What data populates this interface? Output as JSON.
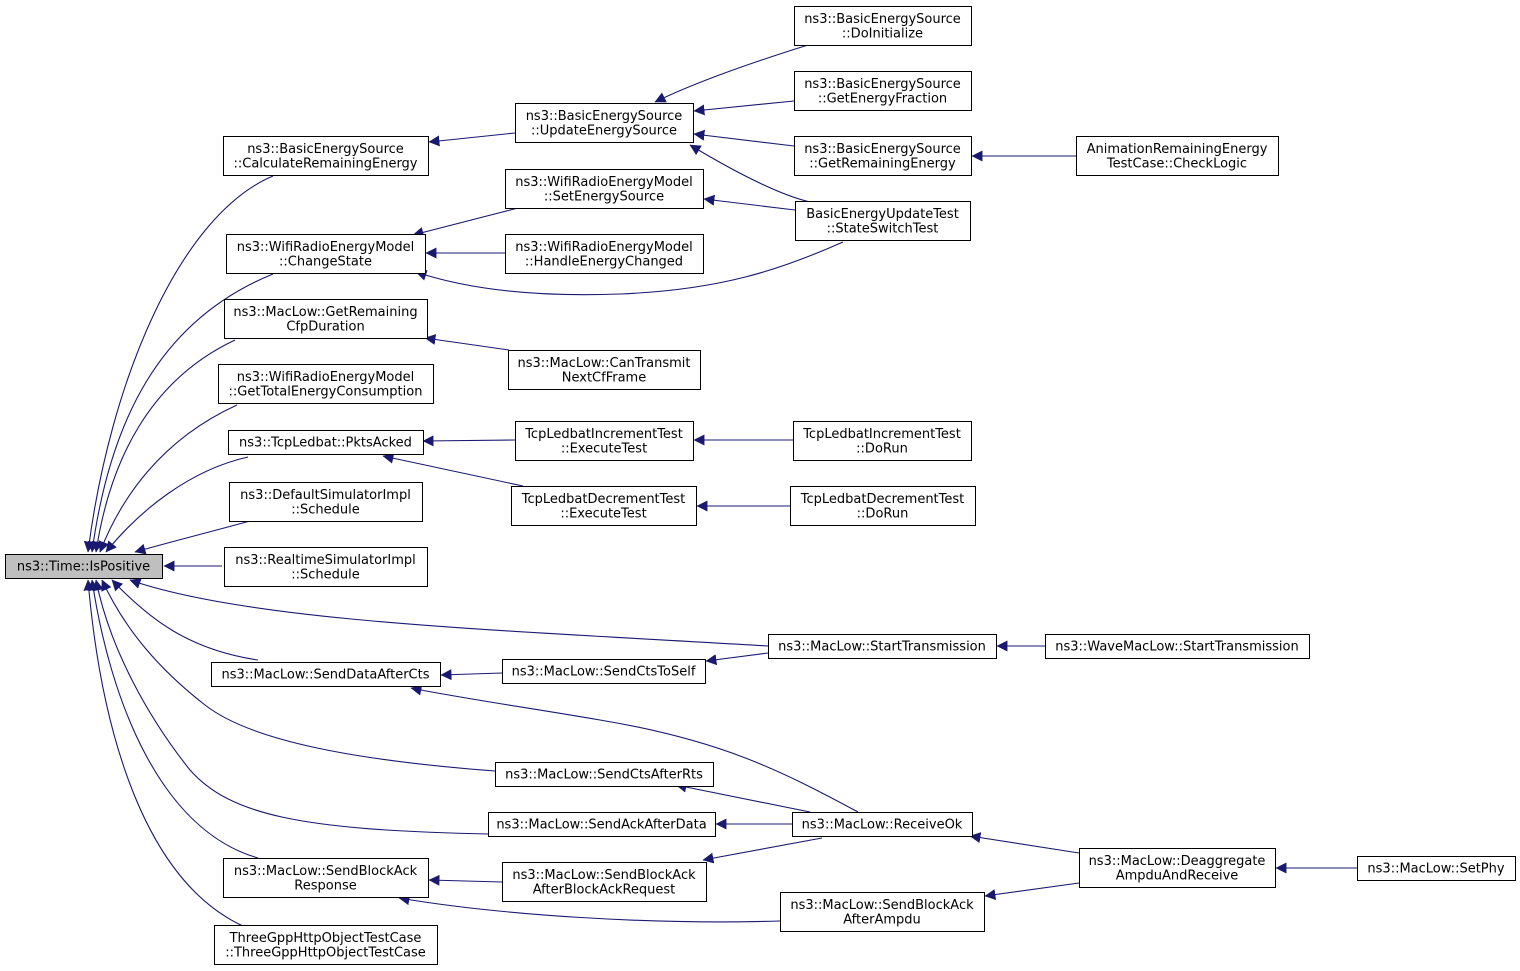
{
  "nodes": [
    {
      "id": "n0",
      "lines": [
        "ns3::Time::IsPositive"
      ],
      "root": true
    },
    {
      "id": "n1",
      "lines": [
        "ns3::BasicEnergySource",
        "::CalculateRemainingEnergy"
      ]
    },
    {
      "id": "n2",
      "lines": [
        "ns3::WifiRadioEnergyModel",
        "::ChangeState"
      ]
    },
    {
      "id": "n3",
      "lines": [
        "ns3::MacLow::GetRemaining",
        "CfpDuration"
      ]
    },
    {
      "id": "n4",
      "lines": [
        "ns3::WifiRadioEnergyModel",
        "::GetTotalEnergyConsumption"
      ]
    },
    {
      "id": "n5",
      "lines": [
        "ns3::TcpLedbat::PktsAcked"
      ]
    },
    {
      "id": "n6",
      "lines": [
        "ns3::DefaultSimulatorImpl",
        "::Schedule"
      ]
    },
    {
      "id": "n7",
      "lines": [
        "ns3::RealtimeSimulatorImpl",
        "::Schedule"
      ]
    },
    {
      "id": "n8",
      "lines": [
        "ns3::MacLow::SendDataAfterCts"
      ]
    },
    {
      "id": "n9",
      "lines": [
        "ns3::MacLow::SendBlockAck",
        "Response"
      ]
    },
    {
      "id": "n10",
      "lines": [
        "ThreeGppHttpObjectTestCase",
        "::ThreeGppHttpObjectTestCase"
      ]
    },
    {
      "id": "n11",
      "lines": [
        "ns3::BasicEnergySource",
        "::UpdateEnergySource"
      ]
    },
    {
      "id": "n12",
      "lines": [
        "ns3::WifiRadioEnergyModel",
        "::SetEnergySource"
      ]
    },
    {
      "id": "n13",
      "lines": [
        "ns3::WifiRadioEnergyModel",
        "::HandleEnergyChanged"
      ]
    },
    {
      "id": "n14",
      "lines": [
        "ns3::MacLow::CanTransmit",
        "NextCfFrame"
      ]
    },
    {
      "id": "n15",
      "lines": [
        "TcpLedbatIncrementTest",
        "::ExecuteTest"
      ]
    },
    {
      "id": "n16",
      "lines": [
        "TcpLedbatDecrementTest",
        "::ExecuteTest"
      ]
    },
    {
      "id": "n17",
      "lines": [
        "ns3::MacLow::SendCtsToSelf"
      ]
    },
    {
      "id": "n18",
      "lines": [
        "ns3::MacLow::SendCtsAfterRts"
      ]
    },
    {
      "id": "n19",
      "lines": [
        "ns3::MacLow::SendAckAfterData"
      ]
    },
    {
      "id": "n20",
      "lines": [
        "ns3::MacLow::SendBlockAck",
        "AfterBlockAckRequest"
      ]
    },
    {
      "id": "n21",
      "lines": [
        "ns3::BasicEnergySource",
        "::DoInitialize"
      ]
    },
    {
      "id": "n22",
      "lines": [
        "ns3::BasicEnergySource",
        "::GetEnergyFraction"
      ]
    },
    {
      "id": "n23",
      "lines": [
        "ns3::BasicEnergySource",
        "::GetRemainingEnergy"
      ]
    },
    {
      "id": "n24",
      "lines": [
        "BasicEnergyUpdateTest",
        "::StateSwitchTest"
      ]
    },
    {
      "id": "n25",
      "lines": [
        "TcpLedbatIncrementTest",
        "::DoRun"
      ]
    },
    {
      "id": "n26",
      "lines": [
        "TcpLedbatDecrementTest",
        "::DoRun"
      ]
    },
    {
      "id": "n27",
      "lines": [
        "ns3::MacLow::StartTransmission"
      ]
    },
    {
      "id": "n28",
      "lines": [
        "ns3::MacLow::ReceiveOk"
      ]
    },
    {
      "id": "n29",
      "lines": [
        "ns3::MacLow::SendBlockAck",
        "AfterAmpdu"
      ]
    },
    {
      "id": "n30",
      "lines": [
        "AnimationRemainingEnergy",
        "TestCase::CheckLogic"
      ]
    },
    {
      "id": "n31",
      "lines": [
        "ns3::WaveMacLow::StartTransmission"
      ]
    },
    {
      "id": "n32",
      "lines": [
        "ns3::MacLow::Deaggregate",
        "AmpduAndReceive"
      ]
    },
    {
      "id": "n33",
      "lines": [
        "ns3::MacLow::SetPhy"
      ]
    }
  ],
  "edges": [
    {
      "from": "n1",
      "to": "n0"
    },
    {
      "from": "n2",
      "to": "n0"
    },
    {
      "from": "n3",
      "to": "n0"
    },
    {
      "from": "n4",
      "to": "n0"
    },
    {
      "from": "n5",
      "to": "n0"
    },
    {
      "from": "n6",
      "to": "n0"
    },
    {
      "from": "n7",
      "to": "n0"
    },
    {
      "from": "n27",
      "to": "n0"
    },
    {
      "from": "n8",
      "to": "n0"
    },
    {
      "from": "n18",
      "to": "n0"
    },
    {
      "from": "n19",
      "to": "n0"
    },
    {
      "from": "n9",
      "to": "n0"
    },
    {
      "from": "n10",
      "to": "n0"
    },
    {
      "from": "n11",
      "to": "n1"
    },
    {
      "from": "n12",
      "to": "n2"
    },
    {
      "from": "n13",
      "to": "n2"
    },
    {
      "from": "n24",
      "to": "n2"
    },
    {
      "from": "n14",
      "to": "n3"
    },
    {
      "from": "n15",
      "to": "n5"
    },
    {
      "from": "n16",
      "to": "n5"
    },
    {
      "from": "n17",
      "to": "n8"
    },
    {
      "from": "n28",
      "to": "n8"
    },
    {
      "from": "n20",
      "to": "n9"
    },
    {
      "from": "n29",
      "to": "n9"
    },
    {
      "from": "n21",
      "to": "n11"
    },
    {
      "from": "n22",
      "to": "n11"
    },
    {
      "from": "n23",
      "to": "n11"
    },
    {
      "from": "n24",
      "to": "n11"
    },
    {
      "from": "n24",
      "to": "n12"
    },
    {
      "from": "n25",
      "to": "n15"
    },
    {
      "from": "n26",
      "to": "n16"
    },
    {
      "from": "n27",
      "to": "n17"
    },
    {
      "from": "n28",
      "to": "n18"
    },
    {
      "from": "n28",
      "to": "n19"
    },
    {
      "from": "n28",
      "to": "n20"
    },
    {
      "from": "n30",
      "to": "n23"
    },
    {
      "from": "n31",
      "to": "n27"
    },
    {
      "from": "n32",
      "to": "n28"
    },
    {
      "from": "n32",
      "to": "n29"
    },
    {
      "from": "n33",
      "to": "n32"
    }
  ]
}
